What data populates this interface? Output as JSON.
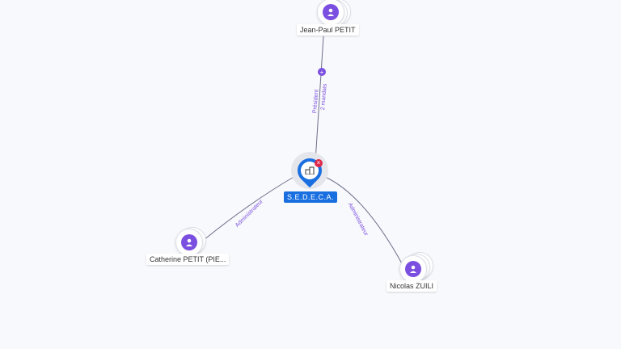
{
  "company": {
    "name": "S.E.D.E.C.A.",
    "icon": "building-icon",
    "badge_icon": "close-icon",
    "accent": "#1a6fe0",
    "badge_color": "#e0284a"
  },
  "persons": [
    {
      "name": "Jean-Paul PETIT",
      "icon": "person-icon"
    },
    {
      "name": "Catherine PETIT (PIE...",
      "icon": "person-icon"
    },
    {
      "name": "Nicolas ZUILI",
      "icon": "person-icon"
    }
  ],
  "edges": [
    {
      "from": "Jean-Paul PETIT",
      "role": "Président",
      "extra": "2 mandats",
      "expand_icon": "plus-icon"
    },
    {
      "from": "Catherine PETIT (PIE...",
      "role": "Administrateur"
    },
    {
      "from": "Nicolas ZUILI",
      "role": "Administrateur"
    }
  ],
  "colors": {
    "person_accent": "#7b4fe0",
    "edge": "#6b6f8a",
    "background": "#f8f9fc"
  }
}
